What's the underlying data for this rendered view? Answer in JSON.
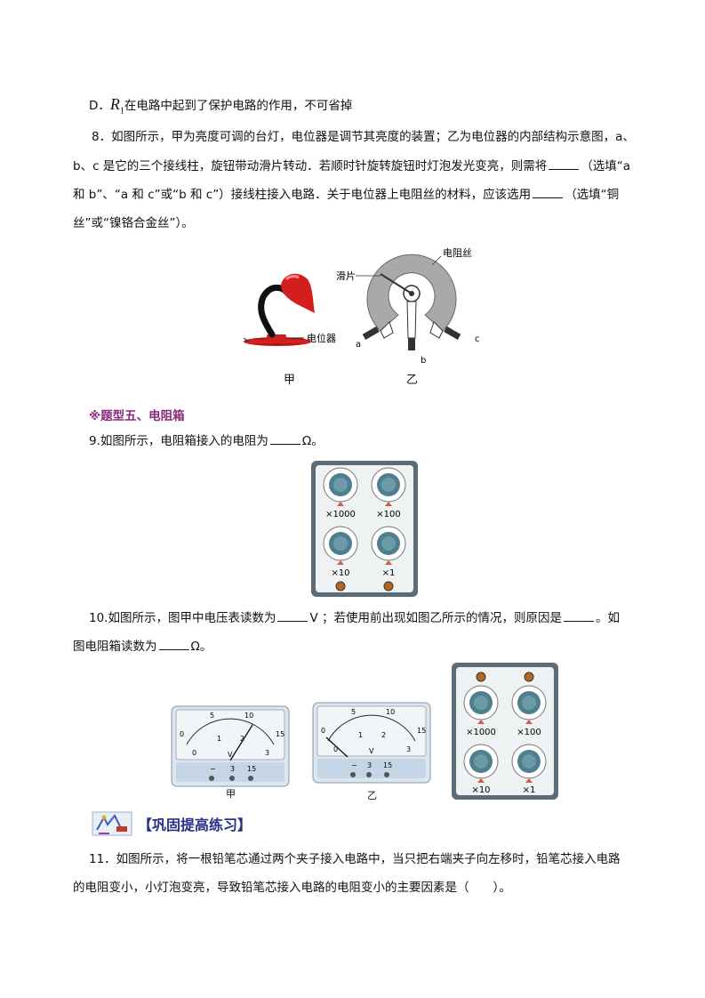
{
  "option_d": {
    "prefix": "D．",
    "r_symbol": "R",
    "r_sub": "1",
    "text": "在电路中起到了保护电路的作用，不可省掉"
  },
  "q8": {
    "line1": "8．如图所示，甲为亮度可调的台灯，电位器是调节其亮度的装置；乙为电位器的内部结构示意图，a、",
    "line2a": "b、c 是它的三个接线柱，旋钮带动滑片转动．若顺时针旋转旋钮时灯泡发光变亮，则需将",
    "line2b": "（选填“a",
    "line3a": "和 b”、“a 和 c”或“b 和 c”）接线柱接入电路．关于电位器上电阻丝的材料，应该选用",
    "line3b": "（选填“铜",
    "line4": "丝”或“镍铬合金丝”）。"
  },
  "fig8": {
    "lamp_label": "电位器",
    "wire_label": "电阻丝",
    "slider_label": "滑片",
    "terminal_a": "a",
    "terminal_b": "b",
    "terminal_c": "c",
    "caption_jia": "甲",
    "caption_yi": "乙"
  },
  "section5": "※题型五、电阻箱",
  "q9": {
    "text_a": "9.如图所示，电阻箱接入的电阻为",
    "text_b": "Ω。"
  },
  "box9": {
    "x1000": "×1000",
    "x100": "×100",
    "x10": "×10",
    "x1": "×1"
  },
  "q10": {
    "line1a": "10.如图所示，图甲中电压表读数为",
    "line1b": "V ；若使用前出现如图乙所示的情况，则原因是",
    "line1c": "。如",
    "line2a": "图电阻箱读数为",
    "line2b": "Ω。"
  },
  "meter_jia": {
    "upper": [
      "0",
      "5",
      "10",
      "15"
    ],
    "lower": [
      "0",
      "1",
      "2",
      "3"
    ],
    "unit": "V",
    "terminals": [
      "−",
      "3",
      "15"
    ],
    "caption": "甲"
  },
  "meter_yi": {
    "upper": [
      "0",
      "5",
      "10",
      "15"
    ],
    "lower": [
      "0",
      "1",
      "2",
      "3"
    ],
    "unit": "V",
    "terminals": [
      "−",
      "3",
      "15"
    ],
    "caption": "乙"
  },
  "box10": {
    "x1000": "×1000",
    "x100": "×100",
    "x10": "×10",
    "x1": "×1"
  },
  "practice": {
    "title": "【巩固提高练习】"
  },
  "q11": {
    "line1": "11．如图所示，将一根铅笔芯通过两个夹子接入电路中，当只把右端夹子向左移时，铅笔芯接入电路",
    "line2": "的电阻变小，小灯泡变亮，导致铅笔芯接入电路的电阻变小的主要因素是（　　）。"
  },
  "colors": {
    "section": "#8a2a7d",
    "practice": "#2a2f8a",
    "knob": "#4f7f8f",
    "box_frame": "#4a5a68",
    "meter_face": "#e6ecf2"
  }
}
